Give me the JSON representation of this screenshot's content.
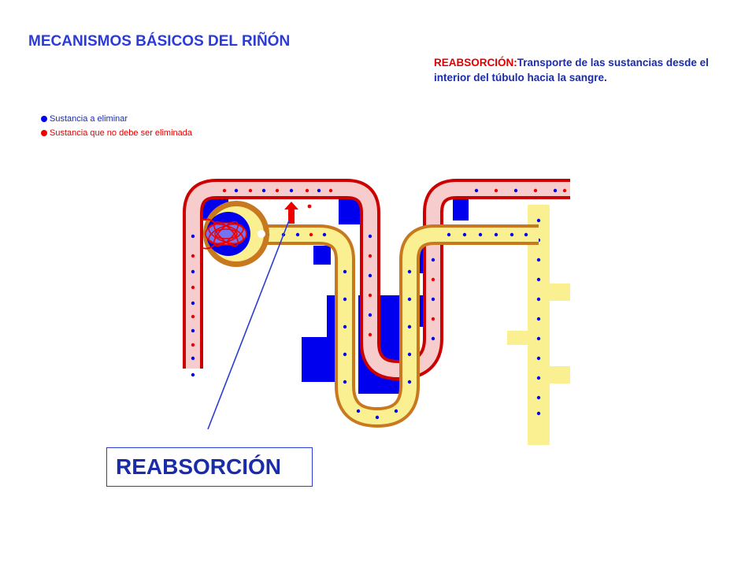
{
  "title": "MECANISMOS BÁSICOS DEL RIÑÓN",
  "description": {
    "term": "REABSORCIÓN:",
    "text": "Transporte de las sustancias desde el interior del túbulo hacia la sangre."
  },
  "legend": [
    {
      "label": "Sustancia a eliminar",
      "color": "#0000ee"
    },
    {
      "label": "Sustancia que no debe ser eliminada",
      "color": "#ee0000"
    }
  ],
  "label_box": "REABSORCIÓN",
  "colors": {
    "blood_vessel": "#cc0000",
    "blood_fill": "#f6cccc",
    "tubule_border": "#c8781e",
    "tubule_fill": "#fbf091",
    "blue_substance": "#0000ee",
    "red_substance": "#ee0000"
  }
}
